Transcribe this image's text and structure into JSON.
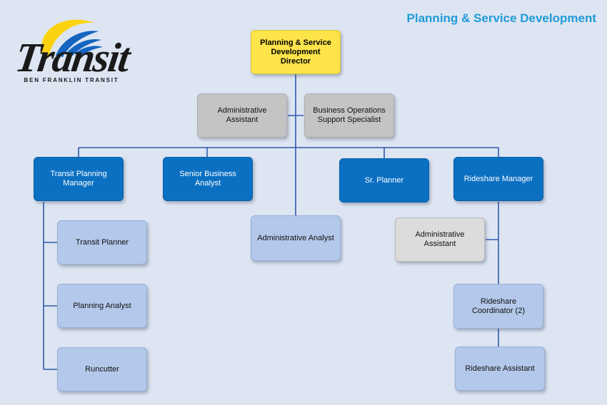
{
  "header": {
    "title": "Planning & Service Development"
  },
  "logo": {
    "wordmark": "Transit",
    "subtitle": "BEN FRANKLIN TRANSIT"
  },
  "colors": {
    "director": "#fce44a",
    "assistant": "#c4c4c4",
    "manager": "#0b70c2",
    "staff": "#b3c8ea",
    "title": "#1f9bd7",
    "connector": "#2f5aa8"
  },
  "org": {
    "director": "Planning & Service Development Director",
    "admin_assistant": "Administrative Assistant",
    "business_ops": "Business Operations Support Specialist",
    "transit_planning_manager": "Transit Planning Manager",
    "senior_business_analyst": "Senior Business Analyst",
    "sr_planner": "Sr. Planner",
    "rideshare_manager": "Rideshare Manager",
    "administrative_analyst": "Administrative Analyst",
    "rideshare_admin_assistant": "Administrative Assistant",
    "transit_planner": "Transit Planner",
    "planning_analyst": "Planning Analyst",
    "runcutter": "Runcutter",
    "rideshare_coordinator": "Rideshare Coordinator (2)",
    "rideshare_assistant": "Rideshare Assistant"
  }
}
